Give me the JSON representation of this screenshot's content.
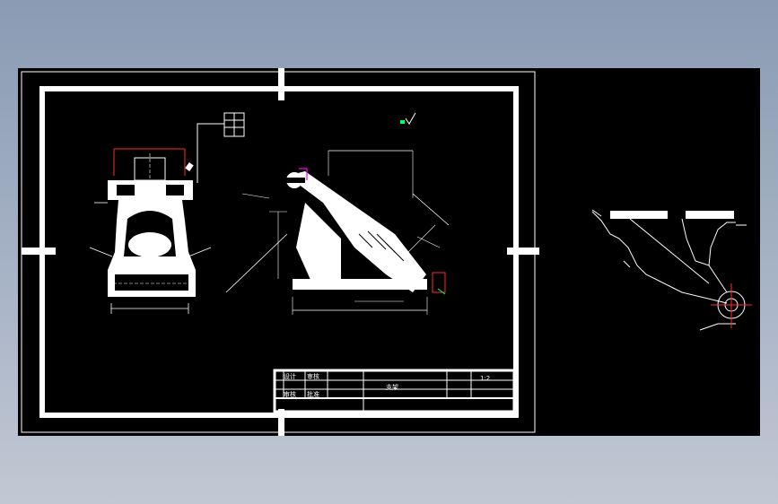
{
  "title_block": {
    "row1_a": "设计",
    "row1_b": "审核",
    "row2_a": "审核",
    "row2_b": "批准",
    "part_label": "支架",
    "scale_label": "1:2"
  },
  "colors": {
    "background": "#000000",
    "line": "#ffffff",
    "accent_red": "#ff2a2a",
    "accent_magenta": "#ff00ff",
    "accent_green": "#00ff66"
  },
  "icons": [
    "roughness-icon",
    "crosshair-icon"
  ]
}
